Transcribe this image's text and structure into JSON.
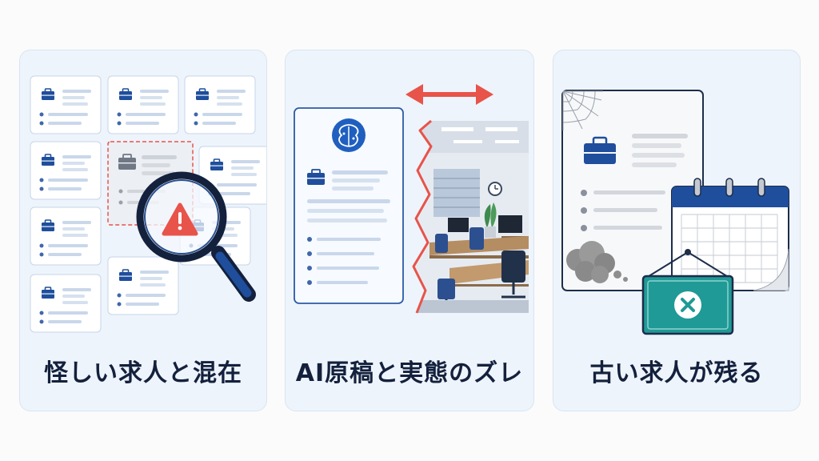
{
  "panels": [
    {
      "caption": "怪しい求人と混在",
      "illustration": "magnifier-with-warning-over-job-cards"
    },
    {
      "caption": "AI原稿と実態のズレ",
      "illustration": "ai-job-posting-vs-real-office"
    },
    {
      "caption": "古い求人が残る",
      "illustration": "cobweb-posting-calendar-closed-sign"
    }
  ],
  "colors": {
    "panel_bg": "#eef4fb",
    "primary_blue": "#1f4e9c",
    "navy": "#14213d",
    "warning_red": "#e8534a",
    "teal": "#1f9a96"
  }
}
